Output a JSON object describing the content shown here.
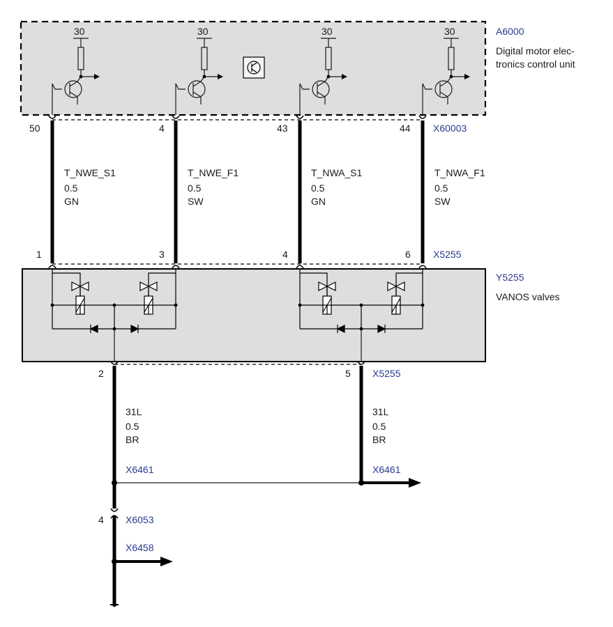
{
  "control_unit": {
    "id": "A6000",
    "name_line1": "Digital motor elec-",
    "name_line2": "tronics control unit",
    "supply_label": "30"
  },
  "connector_top": {
    "id": "X60003",
    "pins": [
      "50",
      "4",
      "43",
      "44"
    ]
  },
  "wires": [
    {
      "name": "T_NWE_S1",
      "size": "0.5",
      "color": "GN"
    },
    {
      "name": "T_NWE_F1",
      "size": "0.5",
      "color": "SW"
    },
    {
      "name": "T_NWA_S1",
      "size": "0.5",
      "color": "GN"
    },
    {
      "name": "T_NWA_F1",
      "size": "0.5",
      "color": "SW"
    }
  ],
  "connector_valves_top": {
    "id": "X5255",
    "pins": [
      "1",
      "3",
      "4",
      "6"
    ]
  },
  "valves": {
    "id": "Y5255",
    "name": "VANOS valves"
  },
  "connector_valves_bottom": {
    "id": "X5255",
    "pins": [
      "2",
      "5"
    ]
  },
  "ground_wires": [
    {
      "name": "31L",
      "size": "0.5",
      "color": "BR"
    },
    {
      "name": "31L",
      "size": "0.5",
      "color": "BR"
    }
  ],
  "splices": {
    "left": "X6461",
    "right": "X6461",
    "connector": "X6053",
    "connector_pin": "4",
    "lower": "X6458"
  },
  "colors": {
    "component_fill": "#dedede",
    "label_blue": "#2b3a8f",
    "wire": "#000000"
  }
}
